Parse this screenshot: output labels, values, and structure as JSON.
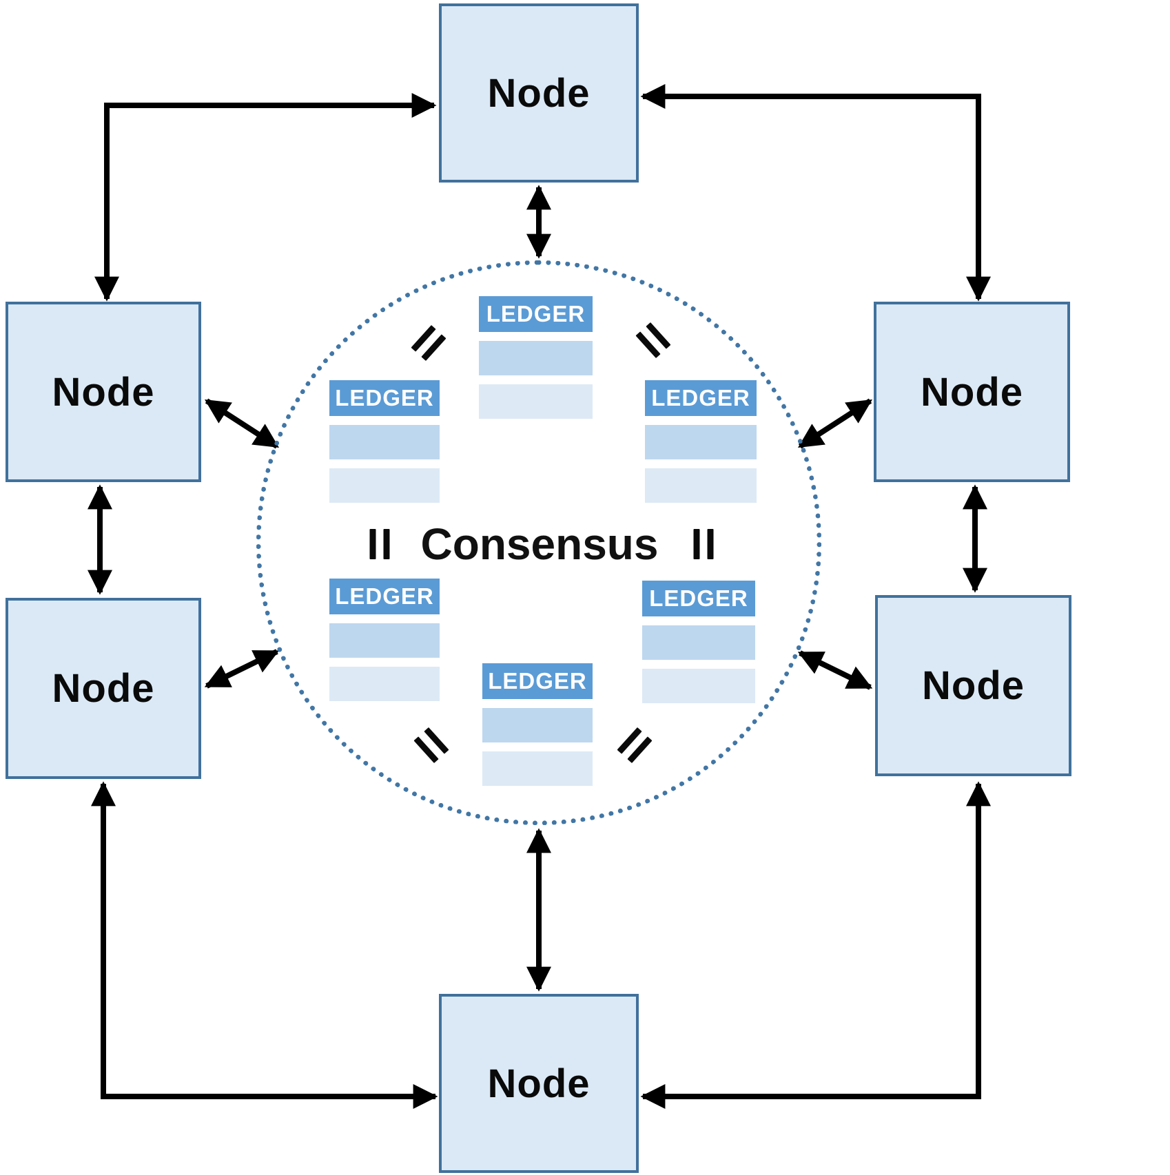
{
  "diagram": {
    "center_label": "Consensus",
    "equals_icon": "=",
    "description_labels": {
      "node": "Node",
      "ledger": "LEDGER"
    }
  },
  "nodes": [
    {
      "id": "top",
      "label": "Node"
    },
    {
      "id": "upper-left",
      "label": "Node"
    },
    {
      "id": "lower-left",
      "label": "Node"
    },
    {
      "id": "upper-right",
      "label": "Node"
    },
    {
      "id": "lower-right",
      "label": "Node"
    },
    {
      "id": "bottom",
      "label": "Node"
    }
  ],
  "ledgers": [
    {
      "position": "top-center",
      "label": "LEDGER"
    },
    {
      "position": "upper-left",
      "label": "LEDGER"
    },
    {
      "position": "upper-right",
      "label": "LEDGER"
    },
    {
      "position": "lower-left",
      "label": "LEDGER"
    },
    {
      "position": "lower-right",
      "label": "LEDGER"
    },
    {
      "position": "bottom-center",
      "label": "LEDGER"
    }
  ],
  "colors": {
    "node_fill": "#dbe9f6",
    "node_border": "#41719c",
    "ledger_header": "#5b9bd5",
    "ledger_row_1": "#bdd7ee",
    "ledger_row_2": "#dde9f5",
    "circle_border": "#4176a5",
    "arrow": "#000000",
    "text": "#0a0a0a"
  }
}
